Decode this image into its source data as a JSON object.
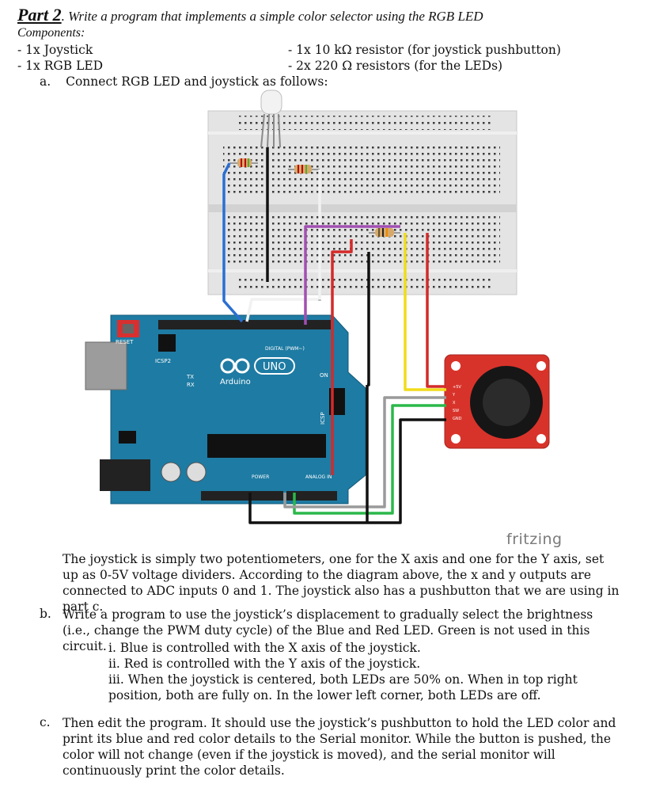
{
  "title": {
    "part": "Part 2",
    "description": ". Write a program that implements a simple color selector using the RGB LED"
  },
  "components": {
    "heading": "Components:",
    "left": [
      "- 1x Joystick",
      "- 1x RGB LED"
    ],
    "right": [
      "- 1x 10 kΩ resistor (for joystick pushbutton)",
      "- 2x 220 Ω resistors (for the LEDs)"
    ]
  },
  "item_a": {
    "label": "a.",
    "text": "Connect RGB LED and joystick as follows:"
  },
  "diagram": {
    "watermark": "fritzing",
    "arduino_reset": "RESET",
    "arduino_icsp2": "ICSP2",
    "arduino_uno": "UNO",
    "arduino_brand": "Arduino",
    "arduino_digital": "DIGITAL (PWM~)",
    "arduino_power": "POWER",
    "arduino_analog": "ANALOG IN",
    "arduino_tx": "TX",
    "arduino_rx": "RX",
    "arduino_on": "ON",
    "arduino_icsp": "ICSP",
    "joystick_pins": [
      "+5V",
      "Y",
      "X",
      "SW",
      "GND"
    ]
  },
  "intro": "The joystick is simply two potentiometers, one for the X axis and one for the Y axis, set up as 0-5V voltage dividers. According to the diagram above, the x and y outputs are connected to ADC inputs 0 and 1. The joystick also has a pushbutton that we are using in part c.",
  "item_b": {
    "label": "b.",
    "text": "Write a program to use the joystick’s displacement to gradually select the brightness (i.e., change the PWM duty cycle) of the Blue and Red LED. Green is not used in this circuit.",
    "subitems": [
      "i. Blue is controlled with the X axis of the joystick.",
      "ii. Red is controlled with the Y axis of the joystick.",
      "iii. When the joystick is centered, both LEDs are 50% on. When in top right position, both are fully on. In the lower left corner, both LEDs are off."
    ]
  },
  "item_c": {
    "label": "c.",
    "text": "Then edit the program. It should use the joystick’s pushbutton to hold the LED color and print its blue and red color details to the Serial monitor. While the button is pushed, the color will not change (even if the joystick is moved), and the serial monitor will continuously print the color details."
  }
}
